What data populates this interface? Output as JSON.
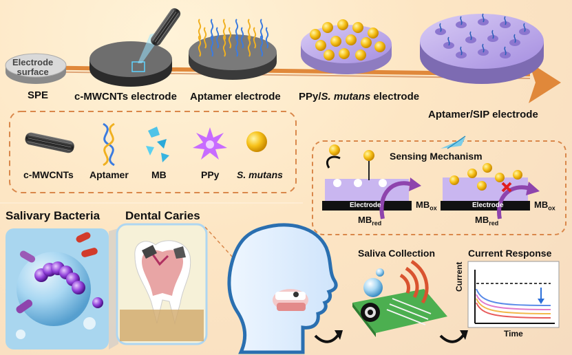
{
  "stages": {
    "electrode_surface_line1": "Electrode",
    "electrode_surface_line2": "surface",
    "spe": "SPE",
    "cmwcnts_electrode": "c-MWCNTs electrode",
    "aptamer_electrode": "Aptamer electrode",
    "ppy_prefix": "PPy/",
    "ppy_species": "S. mutans",
    "ppy_suffix": " electrode",
    "aptamer_sip_electrode": "Aptamer/SIP electrode"
  },
  "legend": {
    "items": [
      {
        "label": "c-MWCNTs",
        "icon": "nanotube-icon"
      },
      {
        "label": "Aptamer",
        "icon": "dna-helix-icon"
      },
      {
        "label": "MB",
        "icon": "crystal-icon"
      },
      {
        "label": "PPy",
        "icon": "star-burst-icon"
      },
      {
        "label": "S. mutans",
        "icon": "bacterium-icon"
      }
    ]
  },
  "sensing": {
    "title": "Sensing Mechanism",
    "electrode_left": "Electrode",
    "electrode_right": "Electrode",
    "mb_red_left": "MB",
    "mb_red_left_sub": "red",
    "mb_ox_left": "MB",
    "mb_ox_left_sub": "ox",
    "mb_red_right": "MB",
    "mb_red_right_sub": "red",
    "mb_ox_right": "MB",
    "mb_ox_right_sub": "ox"
  },
  "bottom": {
    "salivary_bacteria": "Salivary Bacteria",
    "dental_caries": "Dental Caries",
    "saliva_collection": "Saliva Collection",
    "current_response": "Current Response",
    "axis_current": "Current",
    "axis_time": "Time"
  },
  "colors": {
    "arrow_orange": "#e0883a",
    "electrode_gray": "#555555",
    "sip_purple": "#b9a3e8",
    "legend_dash": "#d9874a",
    "curve_colors": [
      "#000000",
      "#5a8be8",
      "#e17acb",
      "#f2b84a",
      "#e85c5c"
    ]
  }
}
